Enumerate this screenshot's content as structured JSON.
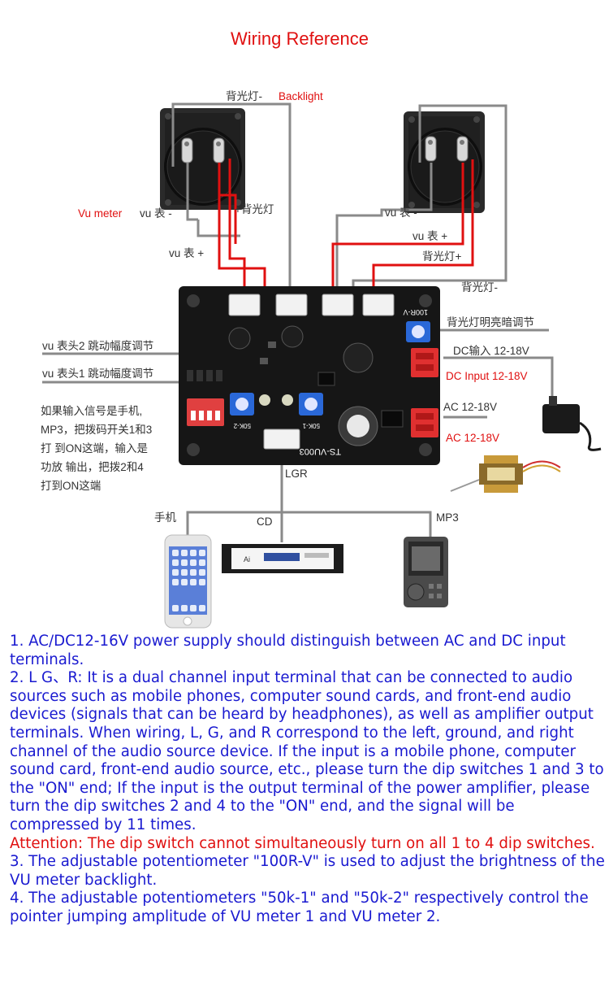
{
  "title": "Wiring Reference",
  "labels": {
    "backlight_minus_cn": "背光灯-",
    "backlight_en": "Backlight",
    "vu_meter_en": "Vu meter",
    "vu_minus_left": "vu 表 -",
    "backlight_plus_left": "+背光灯",
    "vu_plus_left": "vu 表 +",
    "vu_minus_right": "vu 表 -",
    "vu_plus_right": "vu 表 +",
    "backlight_plus_right": "背光灯+",
    "backlight_minus_right": "背光灯-",
    "backlight_brightness": "背光灯明亮暗调节",
    "dc_input_cn": "DC输入 12-18V",
    "dc_input_en": "DC Input 12-18V",
    "ac_cn": "AC 12-18V",
    "ac_en": "AC 12-18V",
    "vu2_adjust": "vu 表头2 跳动幅度调节",
    "vu1_adjust": "vu 表头1 跳动幅度调节",
    "dip_note_1": "如果输入信号是手机,",
    "dip_note_2": "MP3，把拨码开关1和3",
    "dip_note_3": "打 到ON这端，输入是",
    "dip_note_4": "功放 输出，把拨2和4",
    "dip_note_5": "打到ON这端",
    "lgr": "LGR",
    "phone": "手机",
    "cd": "CD",
    "mp3": "MP3",
    "board_model": "TS-VU003",
    "board_pot": "100R-V",
    "board_50k1": "50K-1",
    "board_50k2": "50K-2",
    "cd_brand": "Ai"
  },
  "notes": {
    "n1": "1. AC/DC12-16V power supply should distinguish between AC and DC input terminals.",
    "n2": "2. L G、R:  It is a dual channel input terminal that can be connected to audio sources such as mobile phones, computer sound cards, and front-end audio devices (signals that can be heard by headphones), as well as amplifier output terminals. When wiring, L, G, and R correspond to the left, ground, and right channel of the audio source device. If the input is a mobile phone, computer sound card, front-end audio source, etc., please turn the dip switches 1 and 3 to the \"ON\" end; If the input is the output terminal of the power amplifier, please turn the dip switches 2 and 4 to the \"ON\" end, and the signal will be compressed by 11 times.",
    "attention": "Attention: The dip switch cannot simultaneously turn on all 1 to 4 dip switches.",
    "n3": "3. The adjustable potentiometer \"100R-V\" is used to adjust the brightness of the VU meter backlight.",
    "n4": "4. The adjustable potentiometers \"50k-1\" and \"50k-2\" respectively control the pointer jumping amplitude of VU meter 1 and VU meter 2."
  },
  "colors": {
    "title": "#e01010",
    "red_label": "#e01010",
    "note_text": "#1a1ad0",
    "wire_gray": "#8a8a8a",
    "wire_red": "#e01010",
    "board": "#161616",
    "terminal_red": "#e03030"
  }
}
